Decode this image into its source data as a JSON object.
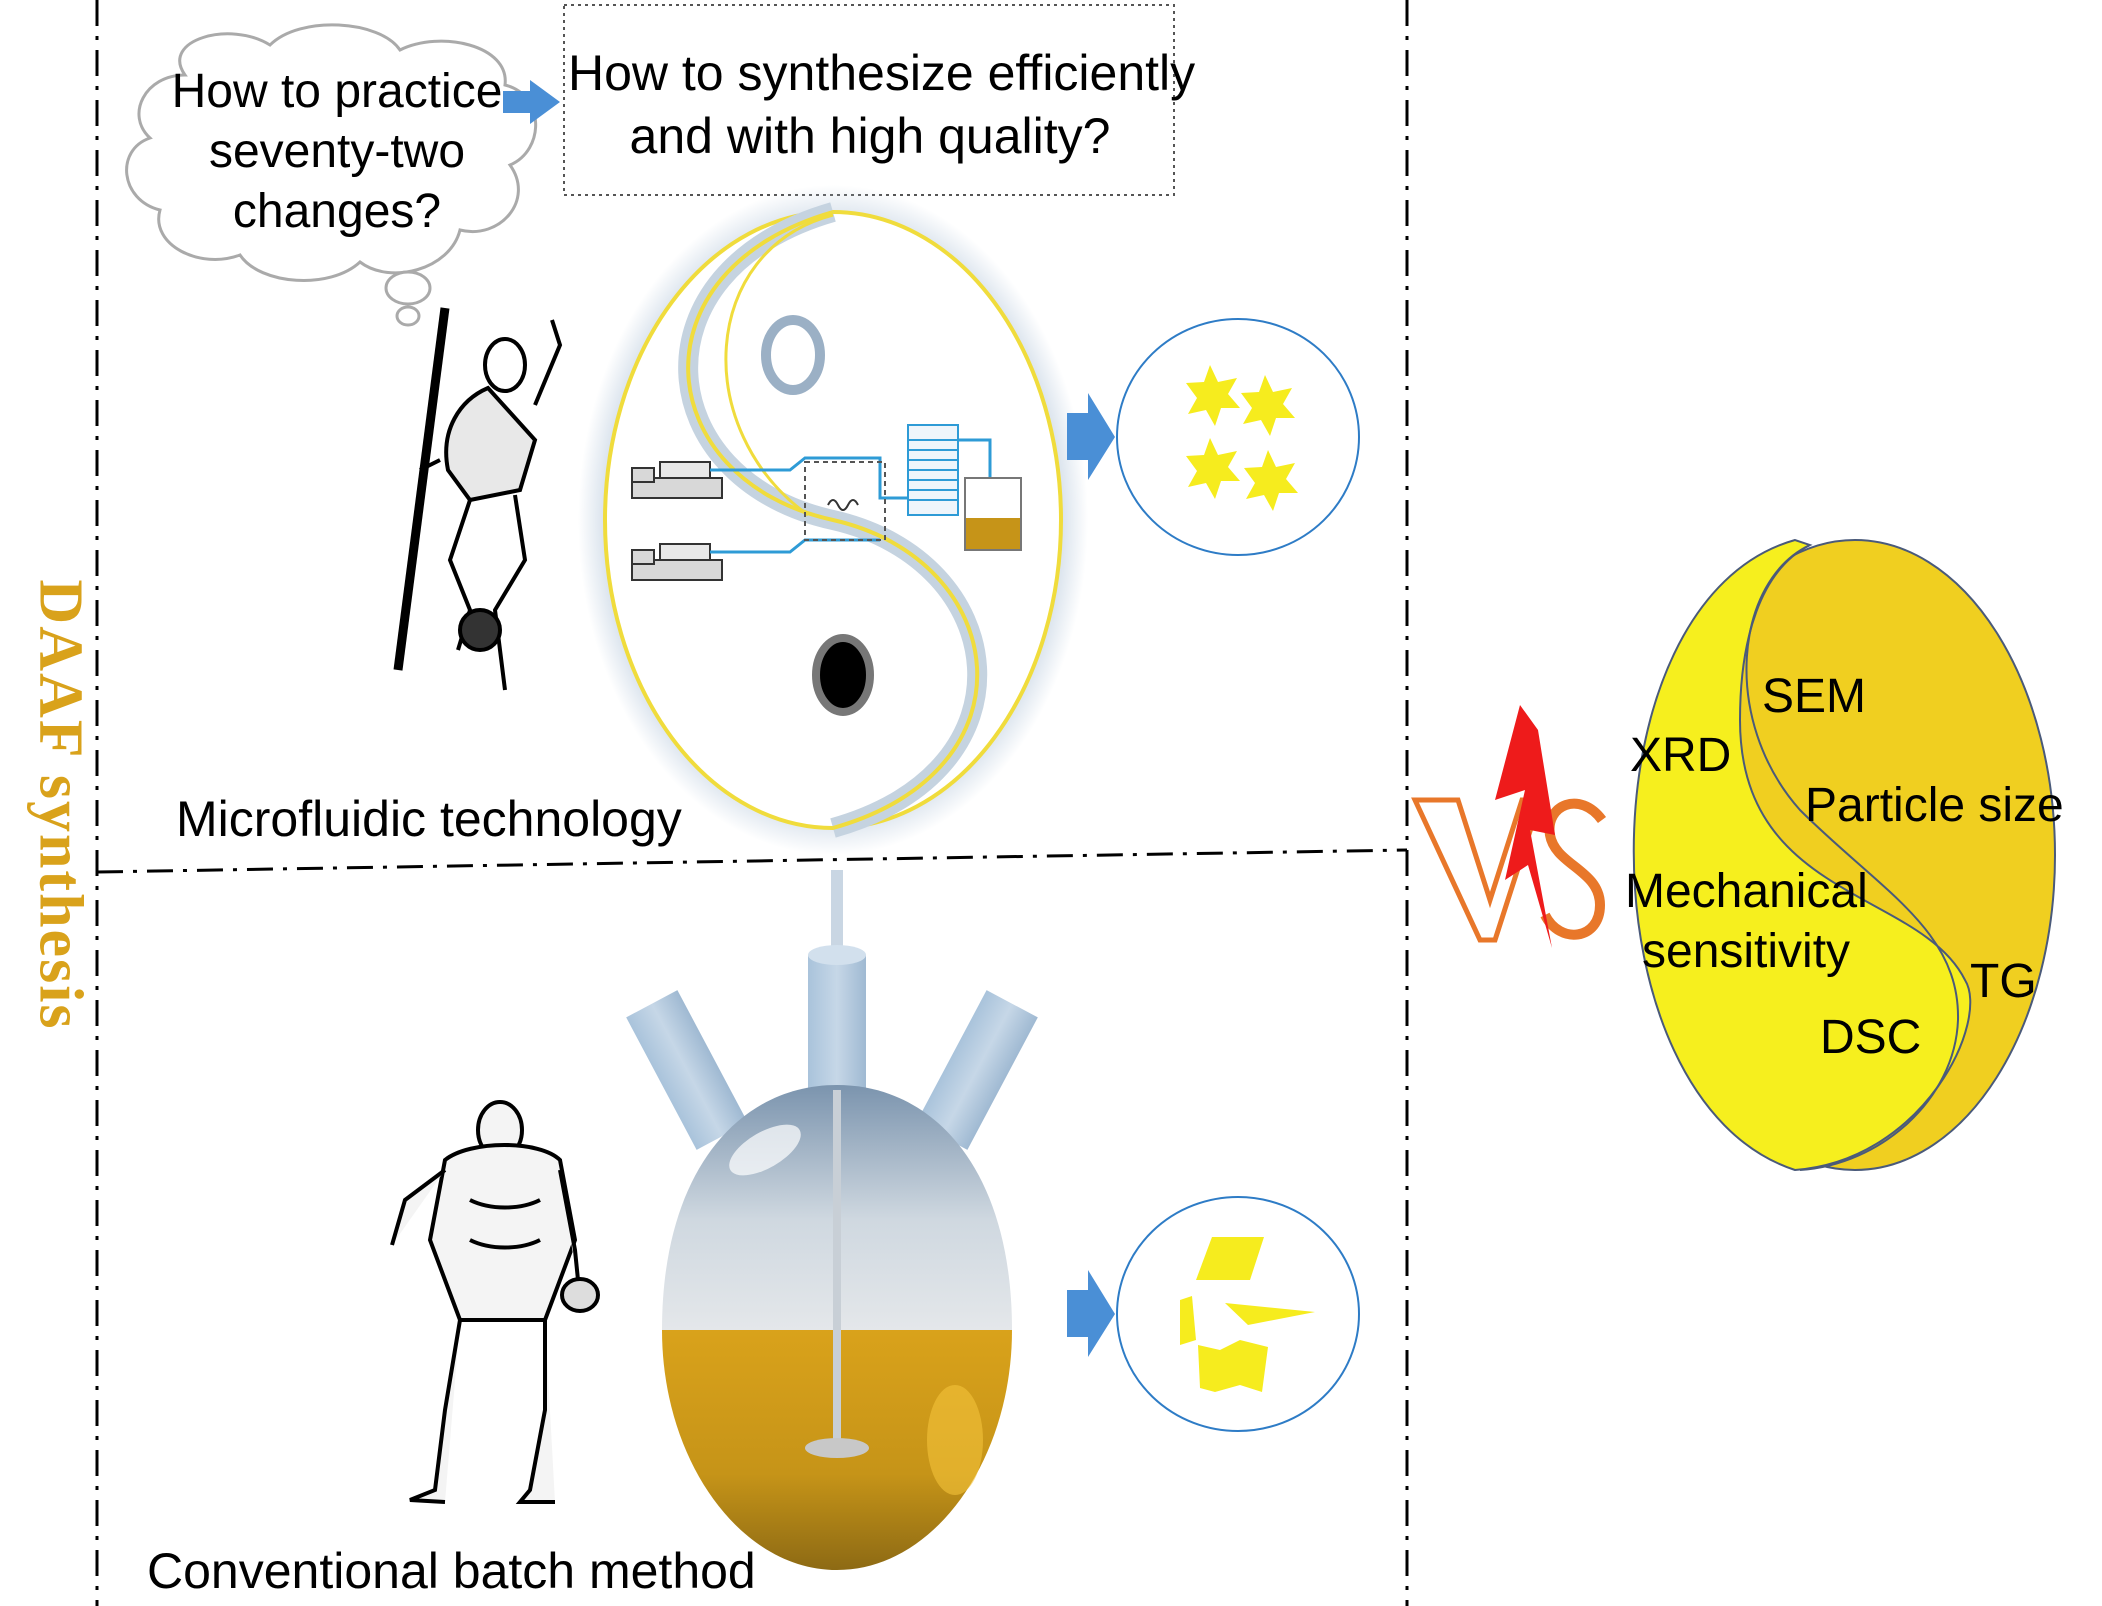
{
  "side_title": "DAAF synthesis",
  "thought_bubble": {
    "line1": "How to practice",
    "line2": "seventy-two",
    "line3": "changes?"
  },
  "question_box": {
    "line1": "How to synthesize efficiently",
    "line2": "and with high quality?"
  },
  "methods": {
    "top_label": "Microfluidic technology",
    "bottom_label": "Conventional batch method"
  },
  "versus_label": "V/S",
  "characterization": {
    "sem": "SEM",
    "xrd": "XRD",
    "particle_size": "Particle size",
    "mechanical_line1": "Mechanical",
    "mechanical_line2": "sensitivity",
    "tg": "TG",
    "dsc": "DSC"
  },
  "colors": {
    "accent_yellow": "#f6ec1e",
    "gold": "#d9a21b",
    "arrow_blue": "#4a8fd6",
    "vs_red": "#ee1b1b",
    "vs_orange": "#e8772a"
  }
}
